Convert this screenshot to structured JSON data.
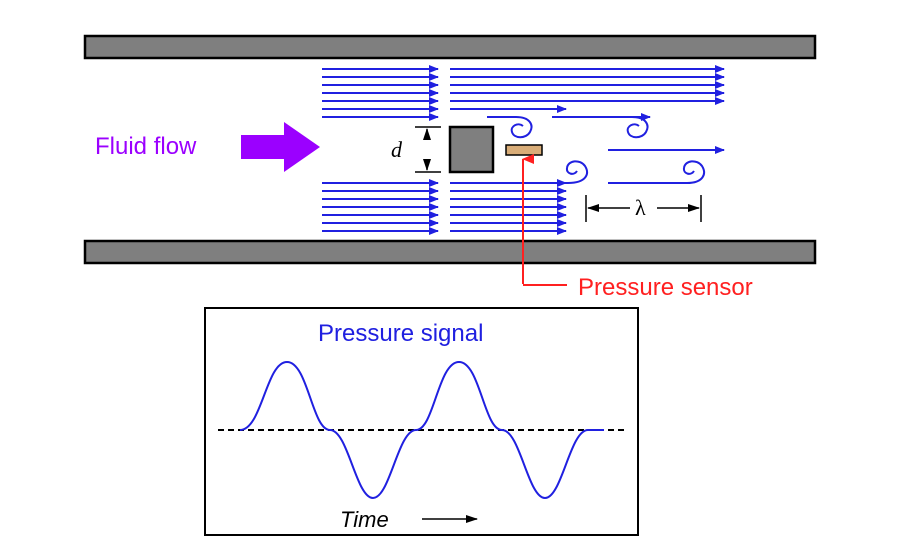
{
  "labels": {
    "fluid_flow": "Fluid flow",
    "dimension_d": "d",
    "wavelength": "λ",
    "pressure_sensor": "Pressure sensor",
    "pressure_signal": "Pressure signal",
    "time": "Time"
  },
  "colors": {
    "pipe_wall": "#7f7f7f",
    "streamline": "#2020e0",
    "fluid_flow_arrow": "#9b00ff",
    "sensor_body": "#d9ad78",
    "sensor_callout": "#ff2020",
    "bluff_body": "#7f7f7f"
  },
  "icons": {
    "flow_direction": "right-arrow",
    "vortex": "curl-spiral"
  }
}
